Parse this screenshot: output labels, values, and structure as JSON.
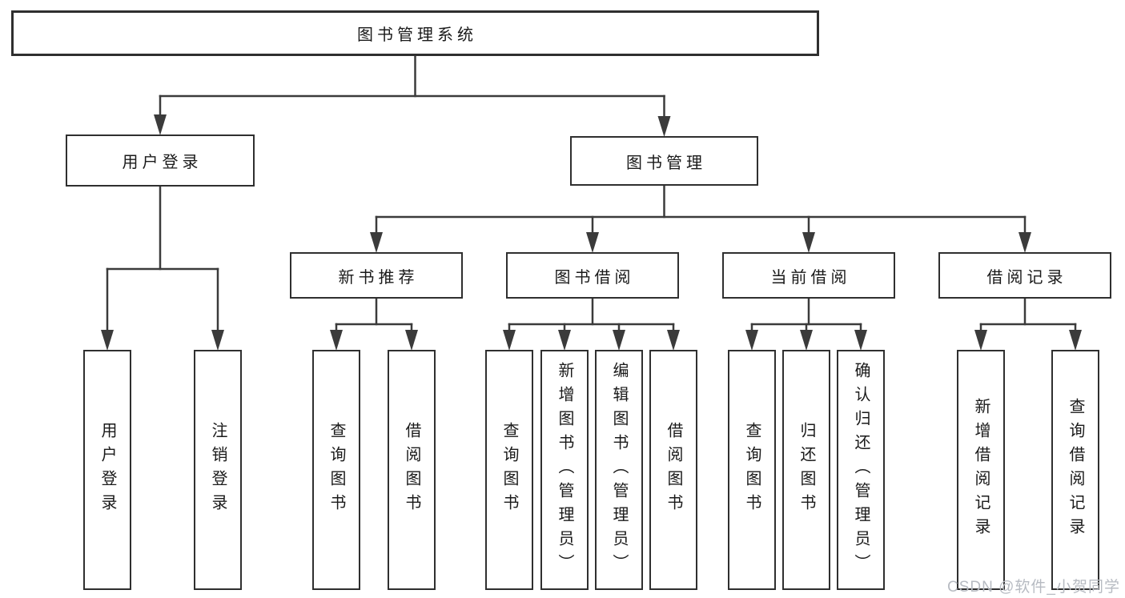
{
  "diagram": {
    "root": {
      "label": "图书管理系统"
    },
    "branches": [
      {
        "label": "用户登录",
        "children": [
          {
            "label": "用户登录"
          },
          {
            "label": "注销登录"
          }
        ]
      },
      {
        "label": "图书管理",
        "children": [
          {
            "label": "新书推荐",
            "children": [
              {
                "label": "查询图书"
              },
              {
                "label": "借阅图书"
              }
            ]
          },
          {
            "label": "图书借阅",
            "children": [
              {
                "label": "查询图书"
              },
              {
                "label": "新增图书（管理员）"
              },
              {
                "label": "编辑图书（管理员）"
              },
              {
                "label": "借阅图书"
              }
            ]
          },
          {
            "label": "当前借阅",
            "children": [
              {
                "label": "查询图书"
              },
              {
                "label": "归还图书"
              },
              {
                "label": "确认归还（管理员）"
              }
            ]
          },
          {
            "label": "借阅记录",
            "children": [
              {
                "label": "新增借阅记录"
              },
              {
                "label": "查询借阅记录"
              }
            ]
          }
        ]
      }
    ]
  },
  "watermark": {
    "text": "CSDN @软件_小贺同学"
  },
  "colors": {
    "line": "#3b3b3b",
    "box_border": "#2f2f2f",
    "background": "#ffffff",
    "watermark": "#b7bbc2"
  }
}
